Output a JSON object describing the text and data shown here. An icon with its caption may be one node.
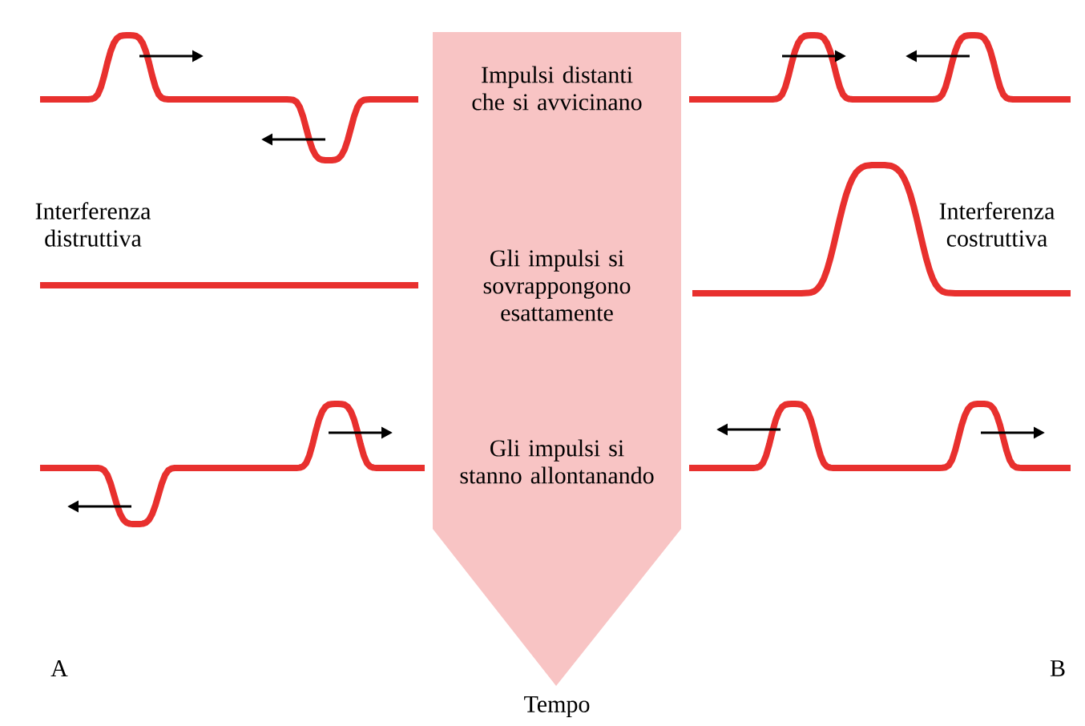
{
  "diagram": {
    "nodes": [
      {
        "text": [
          "Impulsi distanti che si avvicinano",
          "Gli impulsi si sovrappongono esattamente",
          "Gli impulsi si stanno allontanando"
        ],
        "beside": [
          "Tempo"
        ]
      }
    ],
    "labels": [
      "Interferenza distruttiva",
      "Interferenza costruttiva",
      "A",
      "B"
    ]
  }
}
